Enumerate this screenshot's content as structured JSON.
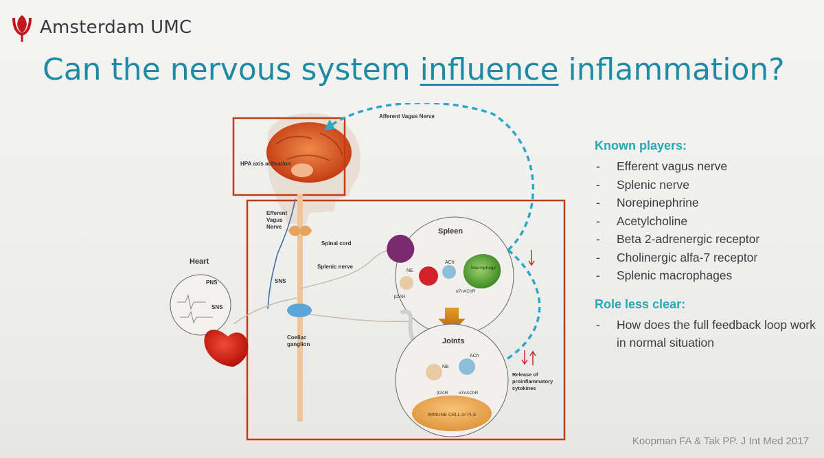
{
  "brand": {
    "name": "Amsterdam UMC",
    "primary_color": "#c5161d",
    "accent_color": "#1e8aa4"
  },
  "title": {
    "before": "Can the nervous system ",
    "emphasis": "influence",
    "after": " inflammation?"
  },
  "diagram": {
    "afferent_vagus": "Afferent Vagus Nerve",
    "hpa": "HPA axis activation",
    "efferent_vagus": [
      "Efferent",
      "Vagus",
      "Nerve"
    ],
    "spinal_cord": "Spinal cord",
    "splenic_nerve": "Splenic nerve",
    "heart": "Heart",
    "pns": "PNS",
    "sns_heart": "SNS",
    "sns": "SNS",
    "coeliac": [
      "Coeliac",
      "ganglion"
    ],
    "spleen": "Spleen",
    "ne_spleen": "NE",
    "ach_spleen": "ACh",
    "macrophage": "Macrophage",
    "b2ar_spleen": "β2AR",
    "a7_spleen": "α7nAChR",
    "joints": "Joints",
    "ne_joints": "NE",
    "ach_joints": "ACh",
    "b2ar_joints": "β2AR",
    "a7_joints": "α7nAChR",
    "immune_cell": "IMMUNE CELL or FLS",
    "release": [
      "Release of",
      "proinflammatory",
      "cytokines"
    ]
  },
  "known_players": {
    "heading": "Known players:",
    "items": [
      "Efferent vagus nerve",
      "Splenic nerve",
      "Norepinephrine",
      "Acetylcholine",
      "Beta 2-adrenergic receptor",
      "Cholinergic alfa-7 receptor",
      "Splenic macrophages"
    ]
  },
  "role_less_clear": {
    "heading": "Role less clear:",
    "items": [
      "How does the full feedback loop work in normal situation"
    ]
  },
  "reference": "Koopman FA & Tak PP. J Int Med 2017"
}
